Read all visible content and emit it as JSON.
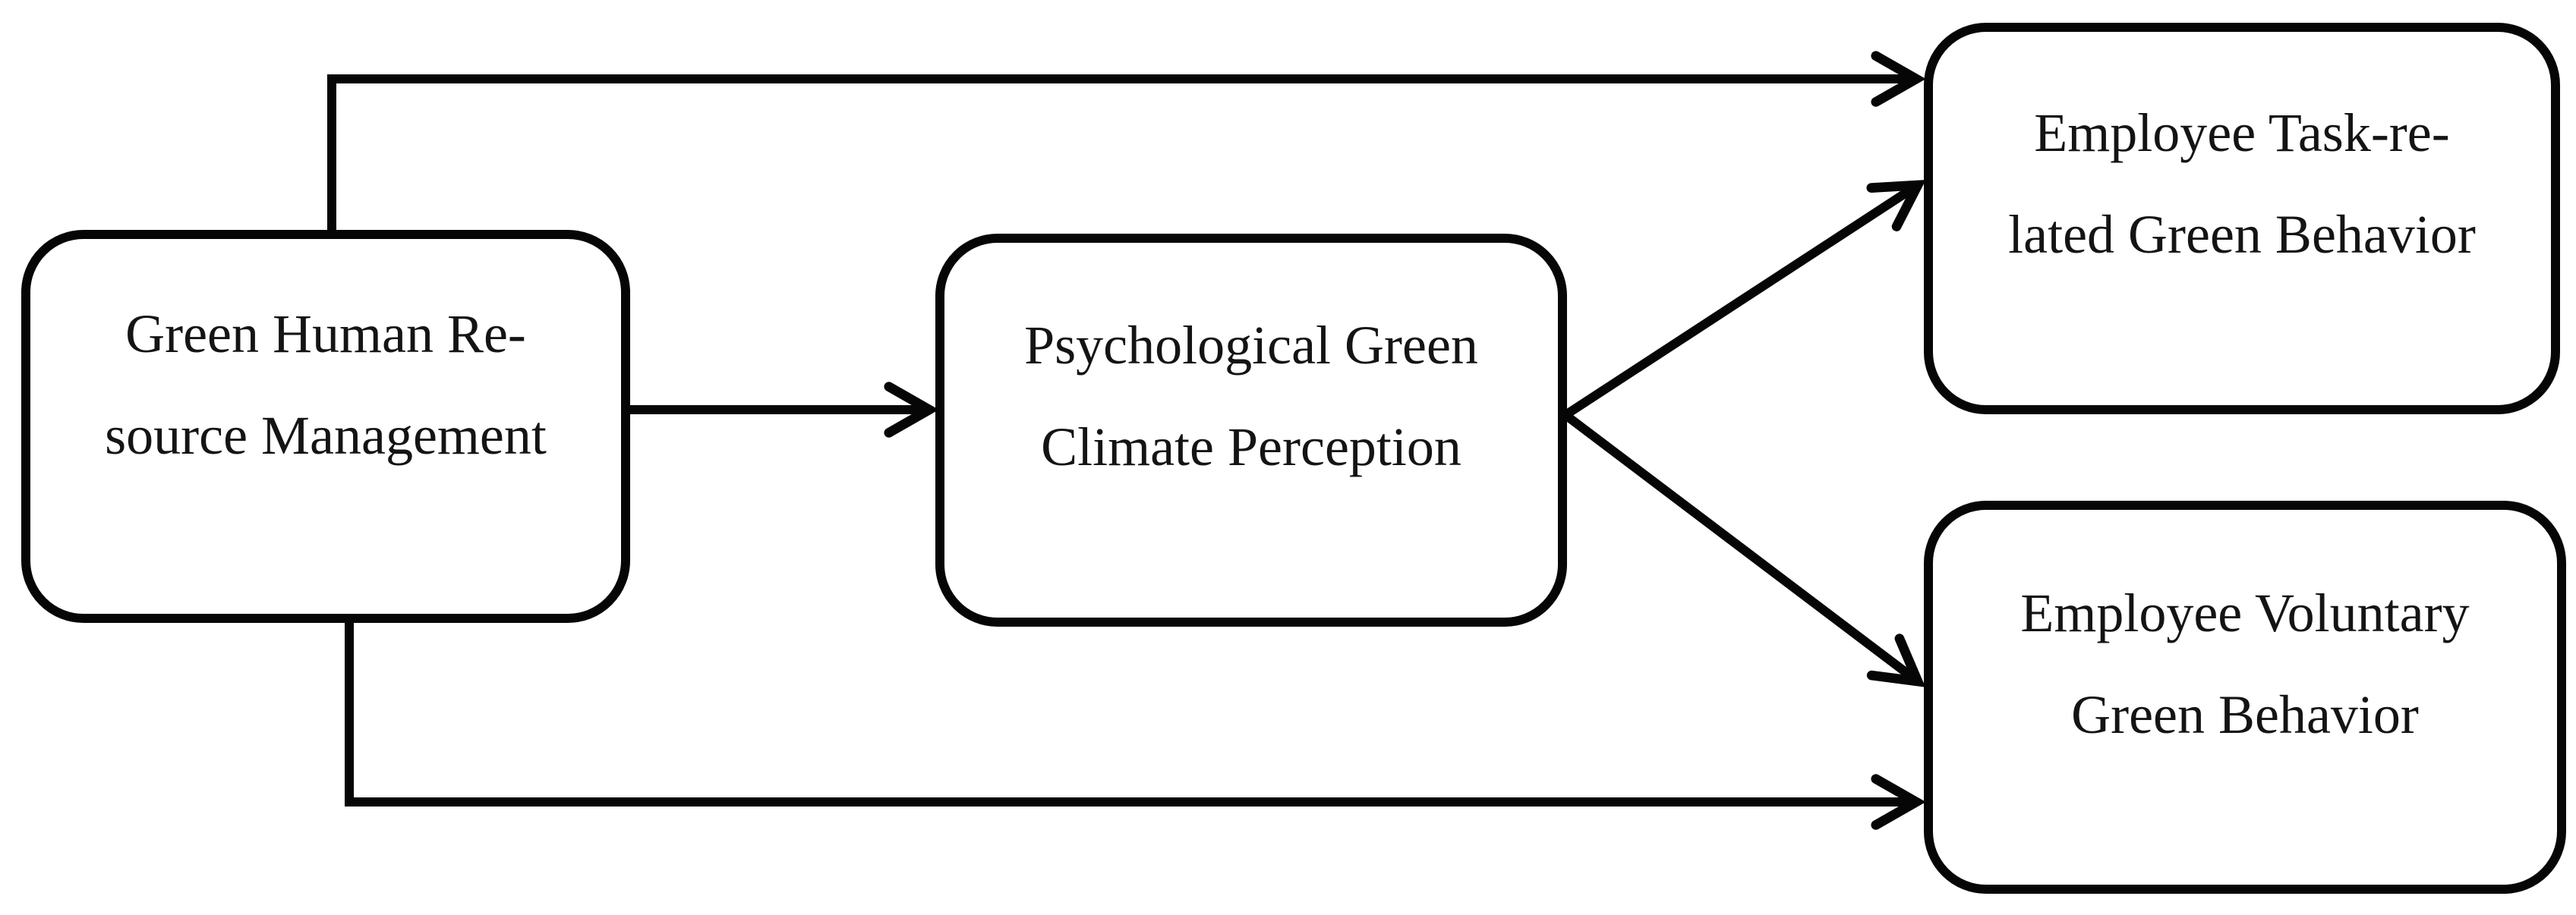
{
  "diagram": {
    "colors": {
      "background": "#ffffff",
      "stroke": "#060606",
      "text": "#141414"
    },
    "nodes": [
      {
        "id": "ghrm",
        "label": "Green Human Resource Management",
        "lines": [
          "Green Human Re-",
          "source Management"
        ]
      },
      {
        "id": "pgcp",
        "label": "Psychological Green Climate Perception",
        "lines": [
          "Psychological Green",
          "Climate Perception"
        ]
      },
      {
        "id": "etgb",
        "label": "Employee Task-related Green Behavior",
        "lines": [
          "Employee Task-re-",
          "lated Green Behavior"
        ]
      },
      {
        "id": "evgb",
        "label": "Employee Voluntary Green Behavior",
        "lines": [
          "Employee Voluntary",
          "Green Behavior"
        ]
      }
    ],
    "edges": [
      {
        "from": "ghrm",
        "to": "etgb"
      },
      {
        "from": "ghrm",
        "to": "pgcp"
      },
      {
        "from": "pgcp",
        "to": "etgb"
      },
      {
        "from": "pgcp",
        "to": "evgb"
      },
      {
        "from": "ghrm",
        "to": "evgb"
      }
    ]
  }
}
